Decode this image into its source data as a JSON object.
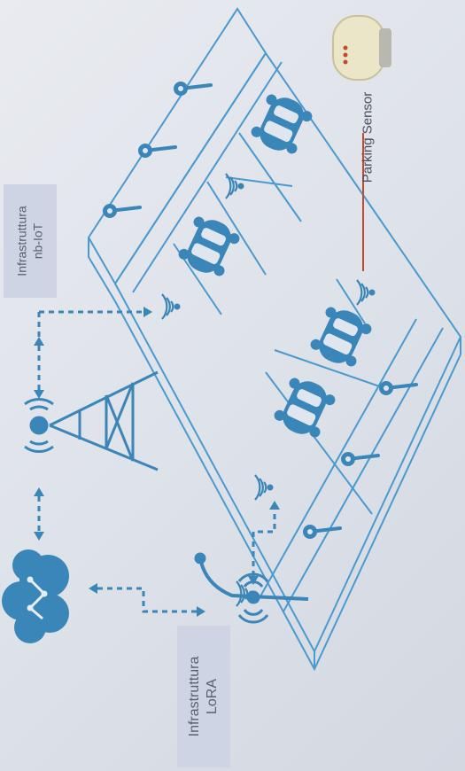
{
  "labels": {
    "nbiot_line1": "Infrastruttura",
    "nbiot_line2": "nb-IoT",
    "lora_line1": "Infrastruttura",
    "lora_line2": "LoRA",
    "parking_sensor": "Parking Sensor"
  },
  "colors": {
    "accent_blue": "#3a86b8",
    "line_blue": "#4a9ad0",
    "label_box": "#cfd4e4",
    "sensor_red": "#c24a2e",
    "sensor_body": "#ece6c9"
  },
  "icons": [
    "cloud-icon",
    "cell-tower-icon",
    "lora-gateway-icon",
    "parking-sensor-icon",
    "car-icon",
    "wifi-signal-icon",
    "street-lamp-icon"
  ]
}
